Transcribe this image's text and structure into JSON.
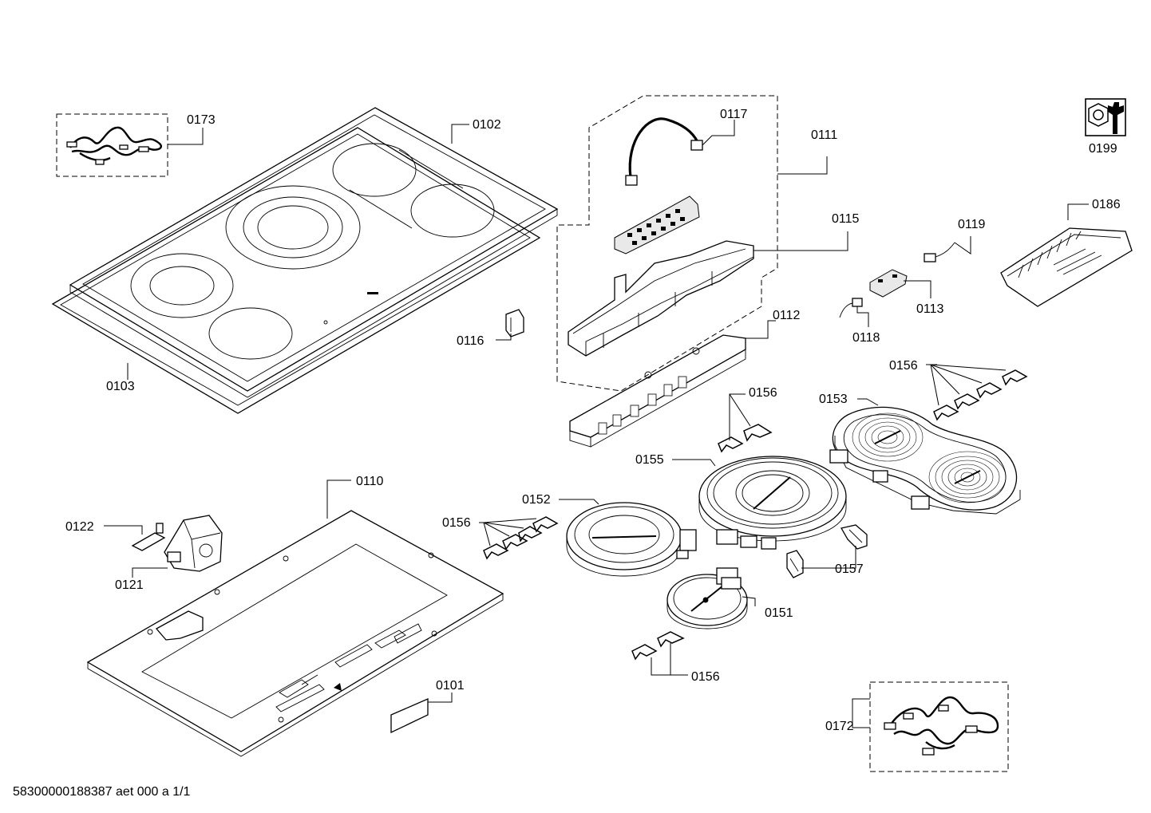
{
  "labels": {
    "p0101": "0101",
    "p0102": "0102",
    "p0103": "0103",
    "p0110": "0110",
    "p0111": "0111",
    "p0112": "0112",
    "p0113": "0113",
    "p0115": "0115",
    "p0116": "0116",
    "p0117": "0117",
    "p0118": "0118",
    "p0119": "0119",
    "p0121": "0121",
    "p0122": "0122",
    "p0151": "0151",
    "p0152": "0152",
    "p0153": "0153",
    "p0155": "0155",
    "p0156a": "0156",
    "p0156b": "0156",
    "p0156c": "0156",
    "p0156d": "0156",
    "p0157": "0157",
    "p0172": "0172",
    "p0173": "0173",
    "p0186": "0186",
    "p0199": "0199"
  },
  "footer": "58300000188387 aet 000 a 1/1",
  "icons": {
    "service": "wrench-nut-icon"
  }
}
